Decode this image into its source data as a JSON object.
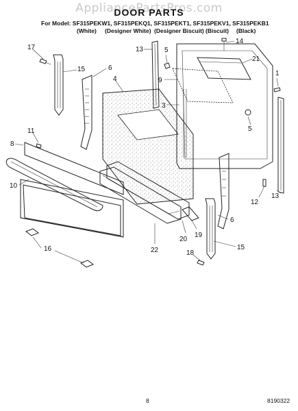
{
  "watermark": "AppliancePartsPros.com",
  "title": "DOOR PARTS",
  "models_line": "For Model: SF315PEKW1, SF315PEKQ1, SF315PEKT1, SF315PEKV1, SF315PEKB1",
  "colors": [
    "(White)",
    "(Designer White)",
    "(Designer Biscuit)",
    "(Biscuit)",
    "(Black)"
  ],
  "callouts": [
    "17",
    "15",
    "6",
    "4",
    "13",
    "5",
    "9",
    "3",
    "14",
    "21",
    "1",
    "5",
    "11",
    "8",
    "10",
    "16",
    "22",
    "20",
    "19",
    "12",
    "13",
    "6",
    "18",
    "15"
  ],
  "page_number": "8",
  "doc_number": "8190322"
}
